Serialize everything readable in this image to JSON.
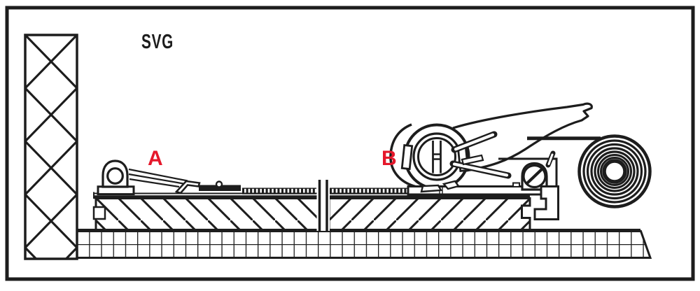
{
  "diagram": {
    "title": "SVG",
    "markers": {
      "a": "A",
      "b": "B"
    },
    "colors": {
      "ink": "#1d1d1d",
      "marker": "#e5182b",
      "background": "#ffffff"
    }
  }
}
